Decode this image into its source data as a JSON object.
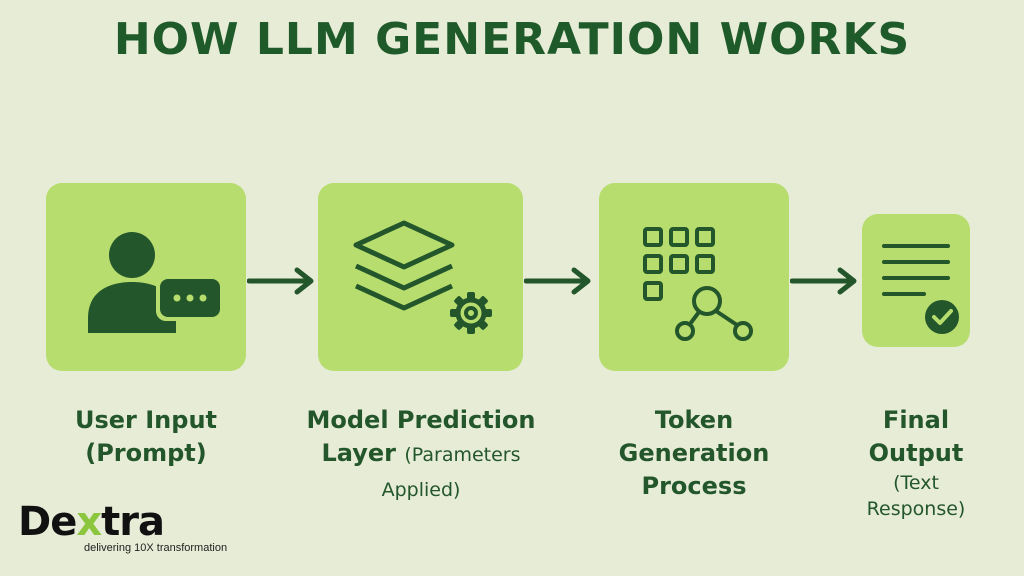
{
  "title": "HOW LLM GENERATION WORKS",
  "steps": [
    {
      "line1": "User Input",
      "line2": "(Prompt)",
      "icon": "user-chat-icon"
    },
    {
      "line1": "Model Prediction",
      "line2": "Layer",
      "note": "(Parameters Applied)",
      "icon": "layers-gear-icon"
    },
    {
      "line1": "Token",
      "line2": "Generation",
      "line3": "Process",
      "icon": "token-grid-network-icon"
    },
    {
      "line1": "Final",
      "line2": "Output",
      "note1": "(Text",
      "note2": "Response)",
      "icon": "document-check-icon"
    }
  ],
  "logo": {
    "name_a": "De",
    "name_x": "x",
    "name_b": "tra",
    "tagline": "delivering 10X transformation"
  },
  "colors": {
    "background": "#e6ecd6",
    "box": "#b7dd6e",
    "dark_green": "#24562b",
    "accent": "#8cc63f"
  }
}
